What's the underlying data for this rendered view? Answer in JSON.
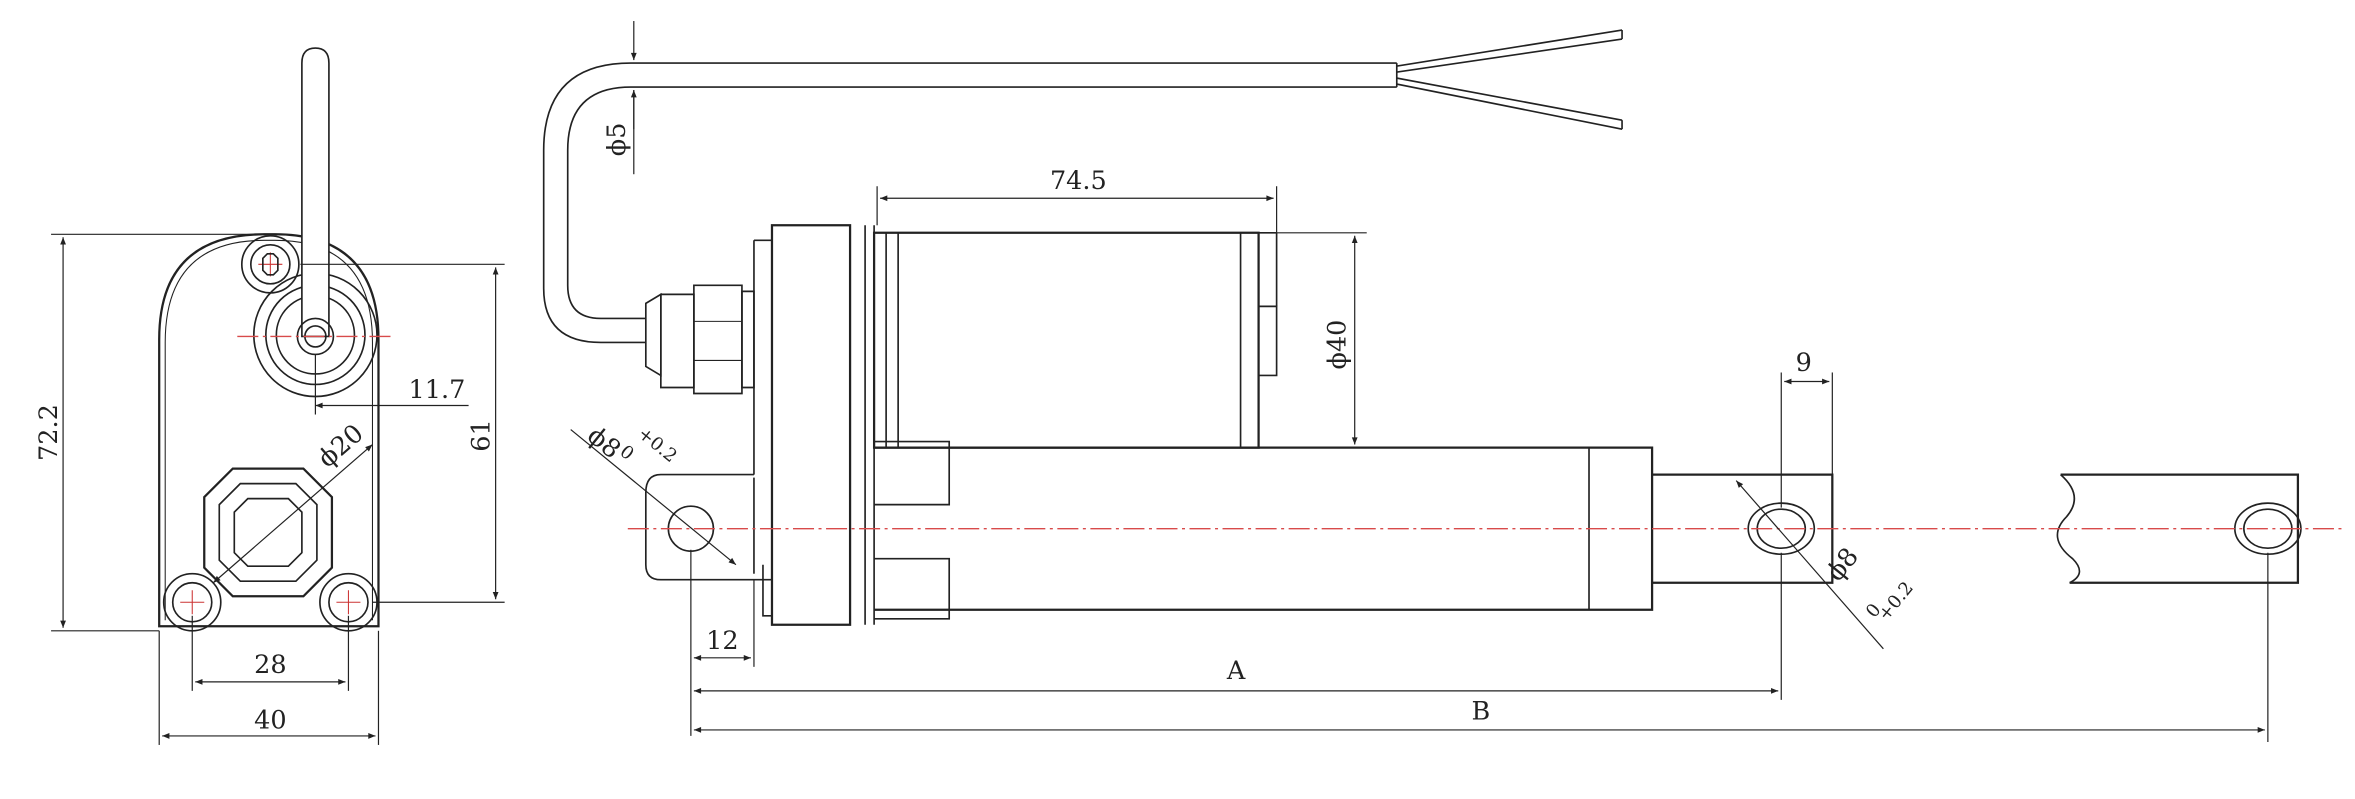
{
  "dimensions": {
    "height_total": "72.2",
    "mount_span": "61",
    "cable_offset": "11.7",
    "boss_diameter": "20",
    "hole_spacing": "28",
    "width": "40",
    "cable_diameter": "5",
    "motor_length": "74.5",
    "motor_diameter": "40",
    "rod_end_width": "9",
    "hole_diameter_rear": "8",
    "hole_tol_upper_rear": "+0.2",
    "hole_tol_lower_rear": "0",
    "hole_diameter_front": "8",
    "hole_tol_upper_front": "+0.2",
    "hole_tol_lower_front": "0",
    "rear_offset": "12",
    "retracted_length_label": "A",
    "extended_length_label": "B"
  },
  "symbols": {
    "diameter": "ϕ"
  },
  "colors": {
    "line": "#222222",
    "centerline": "#d84a4a",
    "background": "#ffffff"
  }
}
